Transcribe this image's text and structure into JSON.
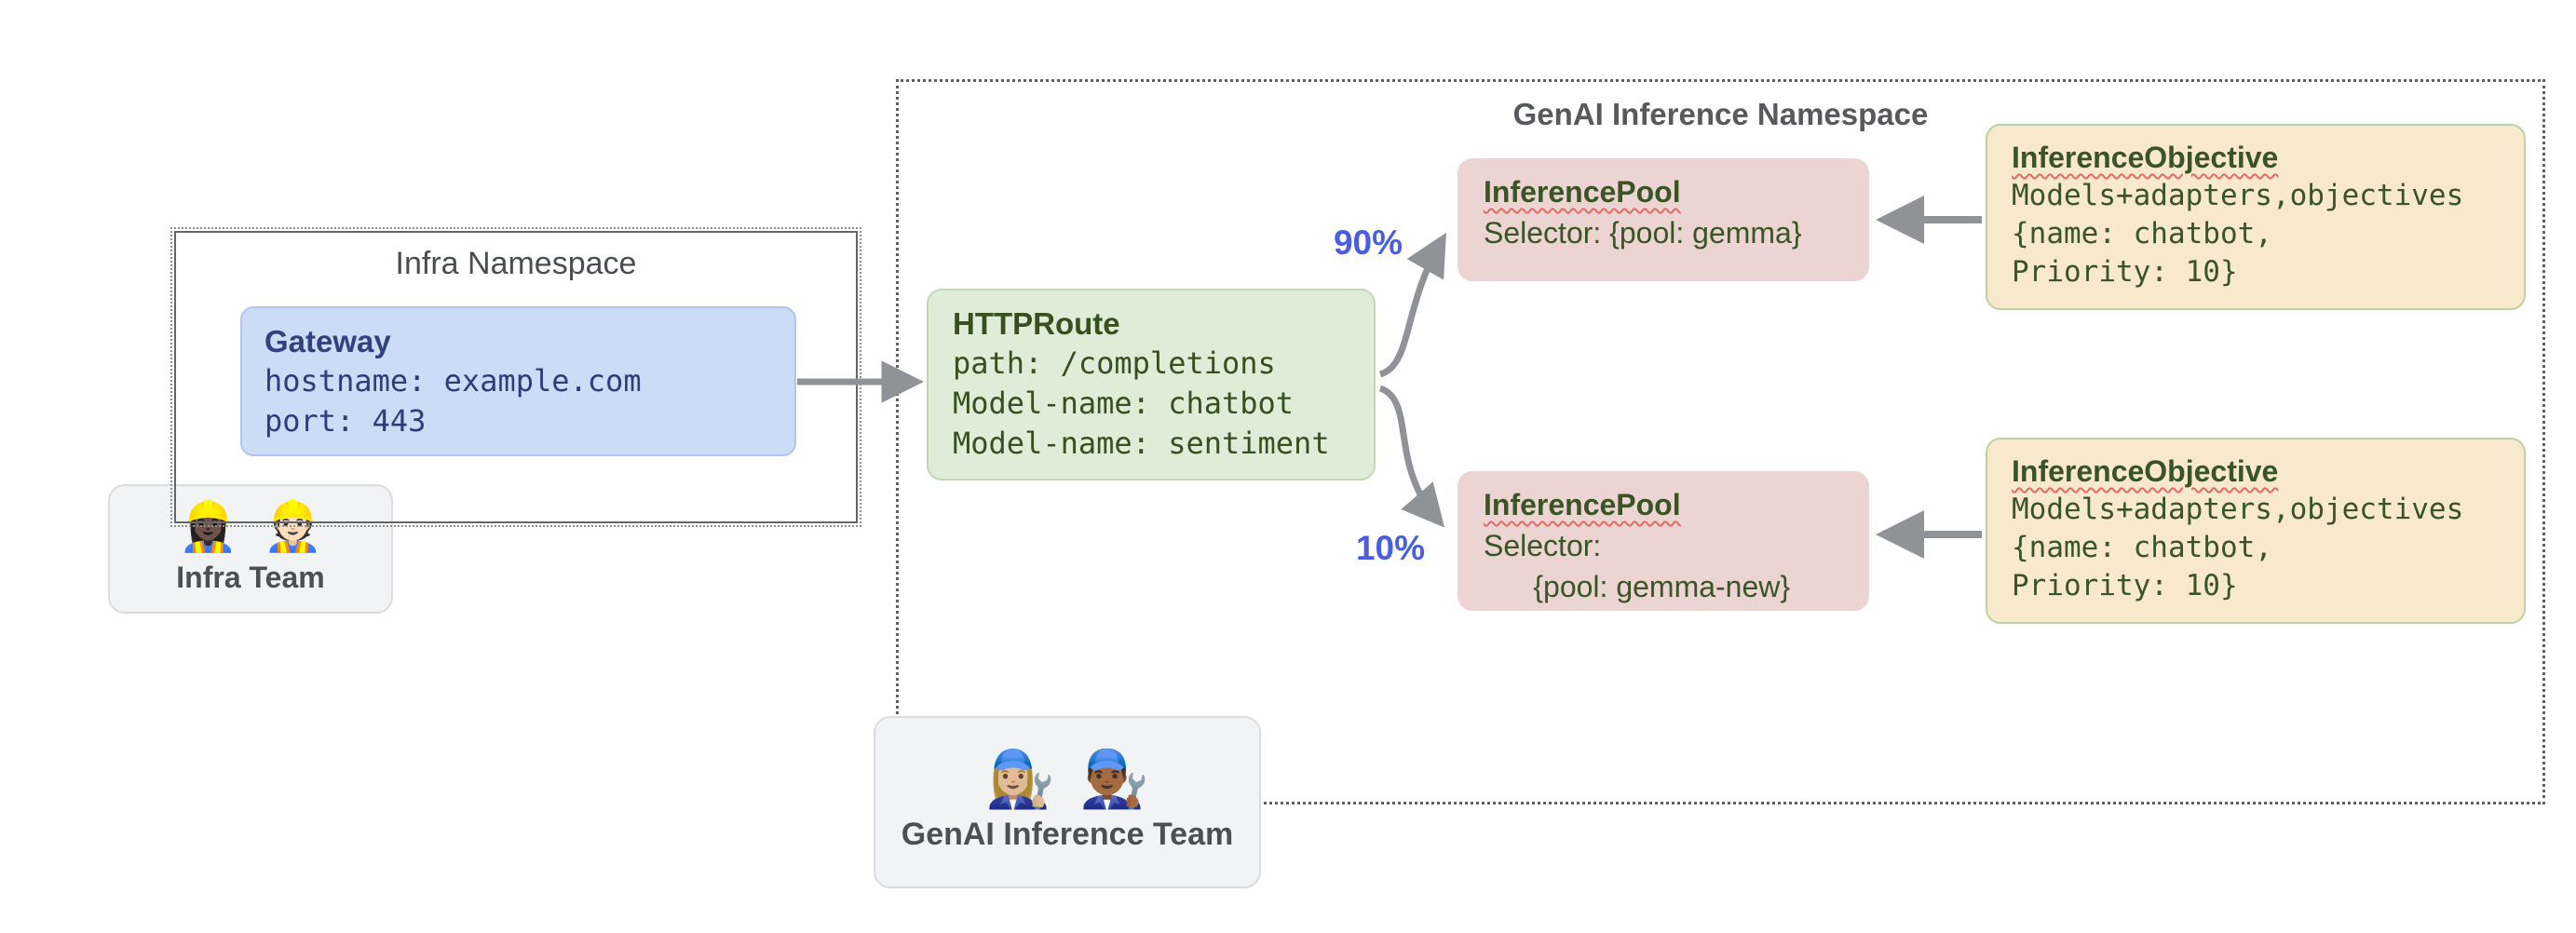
{
  "infra_namespace": {
    "title": "Infra Namespace",
    "gateway": {
      "title": "Gateway",
      "lines": [
        "hostname: example.com",
        "port: 443"
      ]
    }
  },
  "infra_team": {
    "label": "Infra Team",
    "icons": [
      "👷🏿‍♀️",
      "👷🏻"
    ]
  },
  "genai_namespace": {
    "title": "GenAI Inference Namespace",
    "httproute": {
      "title": "HTTPRoute",
      "lines": [
        "path: /completions",
        "Model-name: chatbot",
        "Model-name: sentiment"
      ]
    },
    "weight_top": "90%",
    "weight_bottom": "10%",
    "pool_top": {
      "title": "InferencePool",
      "lines": [
        "Selector: {pool: gemma}"
      ]
    },
    "pool_bottom": {
      "title": "InferencePool",
      "lines": [
        "Selector:",
        "      {pool: gemma-new}"
      ]
    },
    "objective_top": {
      "title": "InferenceObjective",
      "lines": [
        "Models+adapters,objectives",
        "{name: chatbot,",
        "Priority: 10}"
      ]
    },
    "objective_bottom": {
      "title": "InferenceObjective",
      "lines": [
        "Models+adapters,objectives",
        "{name: chatbot,",
        "Priority: 10}"
      ]
    }
  },
  "genai_team": {
    "label": "GenAI Inference Team",
    "icons": [
      "👩🏼‍🔧",
      "👨🏾‍🔧"
    ]
  },
  "colors": {
    "arrow_gray": "#8f9296",
    "percent_blue": "#4a5fdf",
    "gateway_fill": "#ccdbf6",
    "httproute_fill": "#dfecd8",
    "pool_fill": "#ecd4d3",
    "objective_fill": "#f8e8cd",
    "team_fill": "#f2f3f4",
    "squiggle_red": "#e06b5f"
  }
}
